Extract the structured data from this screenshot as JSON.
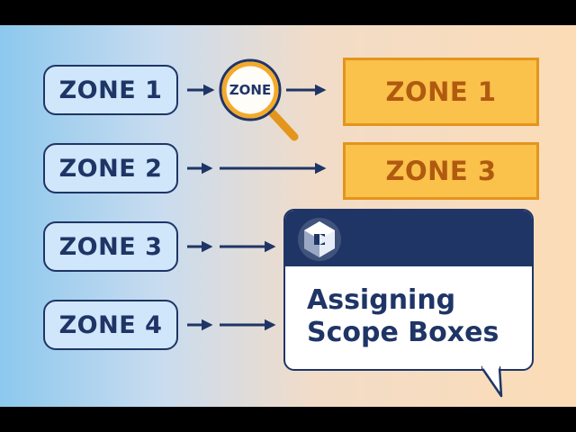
{
  "inputs": [
    {
      "label": "ZONE 1"
    },
    {
      "label": "ZONE 2"
    },
    {
      "label": "ZONE 3"
    },
    {
      "label": "ZONE 4"
    }
  ],
  "lens": {
    "label": "ZONE",
    "icon": "magnifier-icon"
  },
  "outputs": [
    {
      "label": "ZONE 1"
    },
    {
      "label": "ZONE 3"
    }
  ],
  "card": {
    "title_line1": "Assigning",
    "title_line2": "Scope Boxes",
    "logo_icon": "app-logo-icon"
  },
  "colors": {
    "navy": "#1f3566",
    "zone_fill": "#cfe6fb",
    "output_fill": "#fac14b",
    "output_border": "#e4951b",
    "output_text": "#b05a10"
  }
}
